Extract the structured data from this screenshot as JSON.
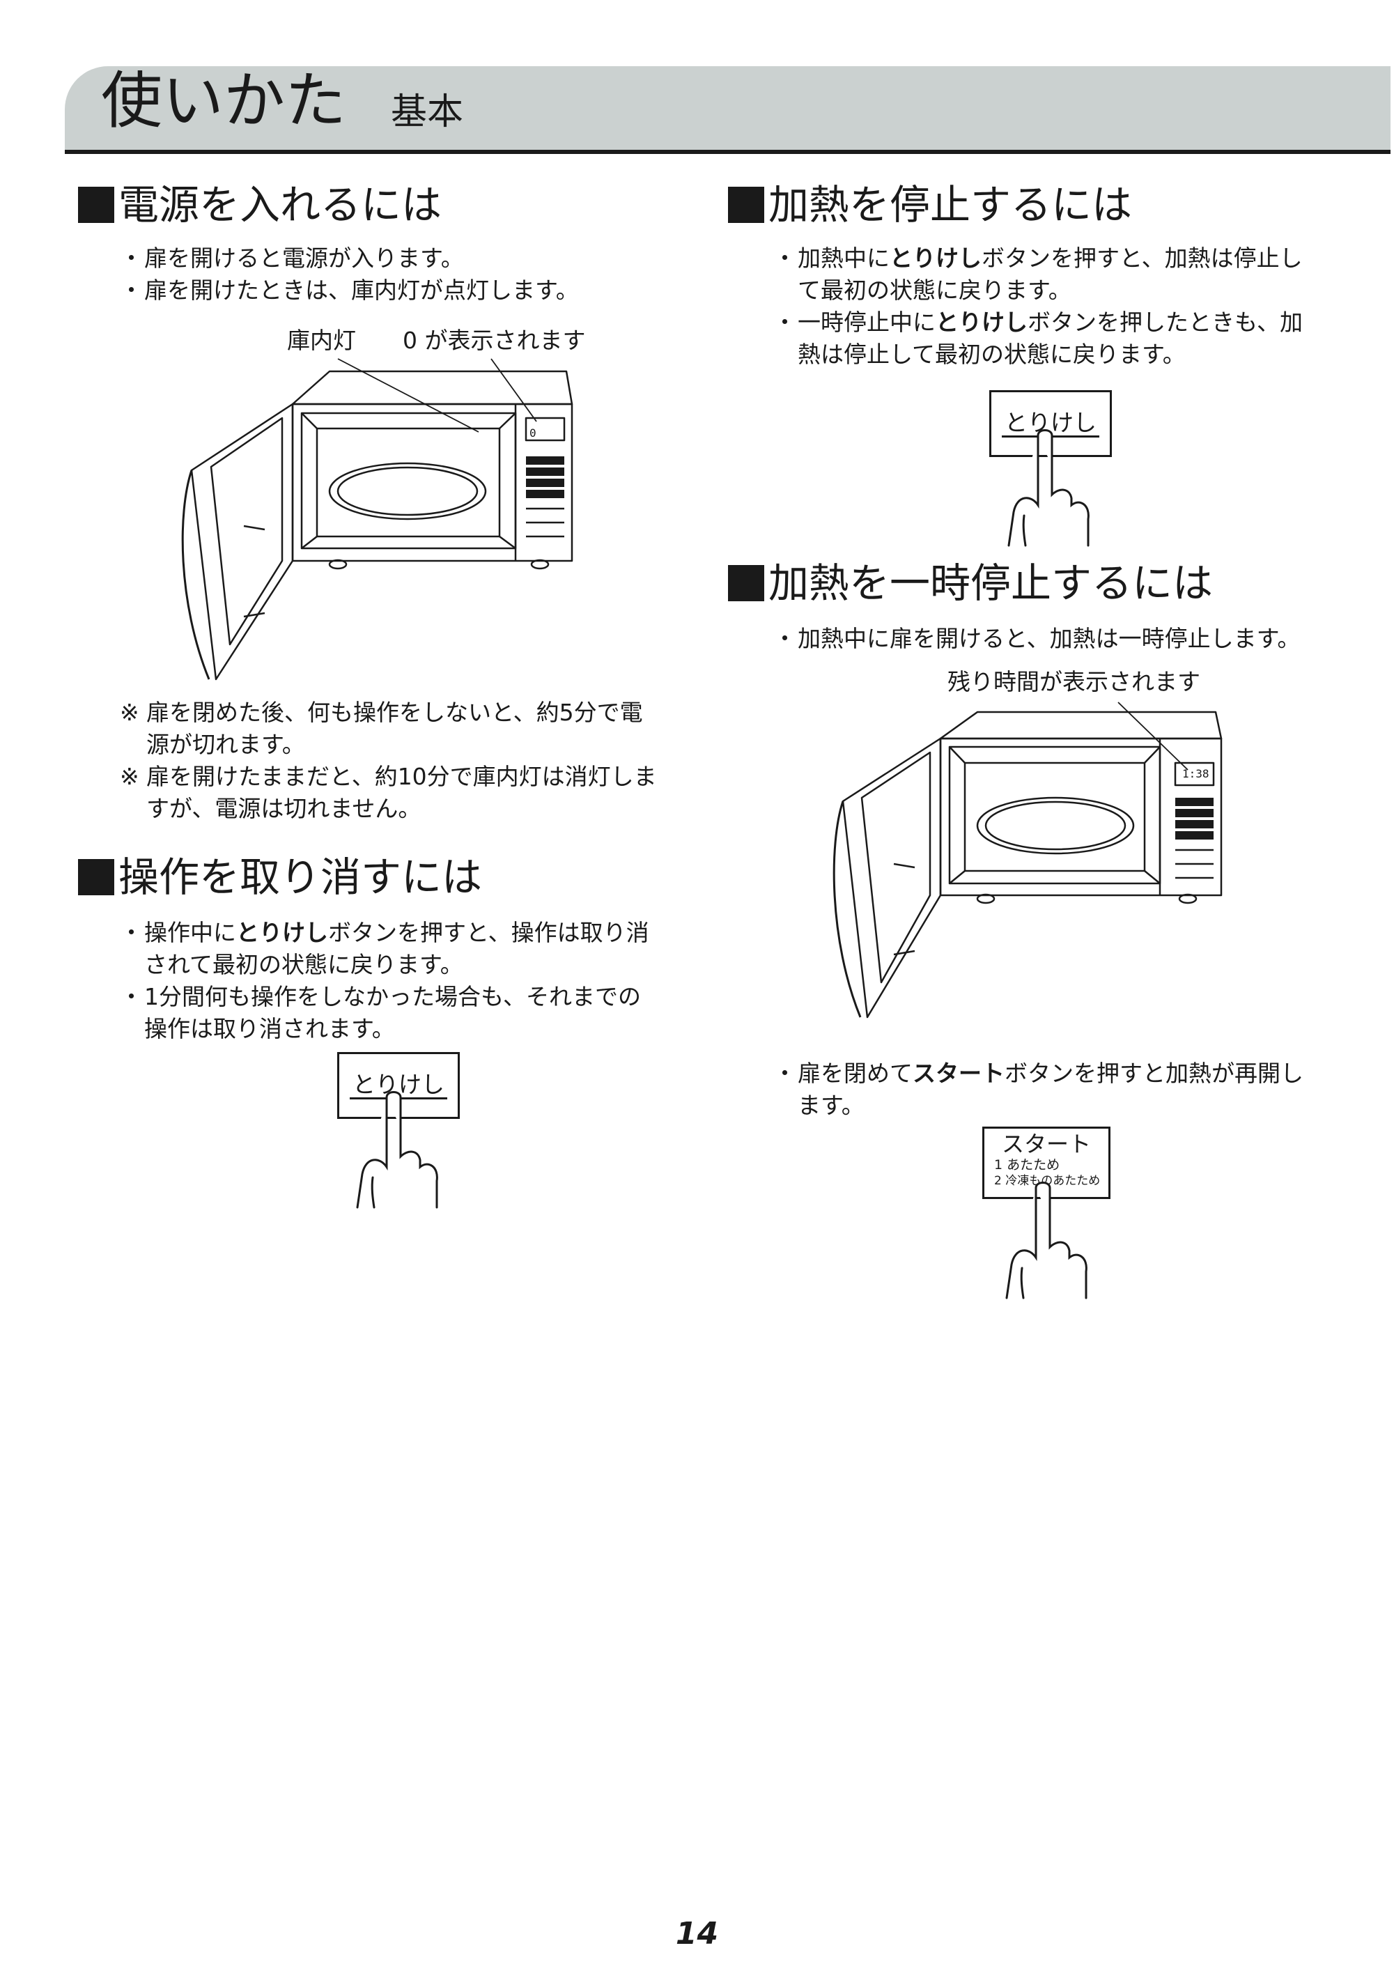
{
  "header": {
    "title": "使いかた",
    "subtitle": "基本"
  },
  "power_on": {
    "title": "電源を入れるには",
    "bullets": [
      "扉を開けると電源が入ります。",
      "扉を開けたときは、庫内灯が点灯します。"
    ],
    "callout_lamp": "庫内灯",
    "callout_display": "0 が表示されます",
    "display_value": "0",
    "notes_1": [
      "扉を閉めた後、何も操作をしないと、約5分で電",
      "源が切れます。"
    ],
    "notes_2": [
      "扉を開けたままだと、約10分で庫内灯は消灯しま",
      "すが、電源は切れません。"
    ]
  },
  "cancel_op": {
    "title": "操作を取り消すには",
    "b1": {
      "pre": "操作中に",
      "bold": "とりけし",
      "post": "ボタンを押すと、操作は取り消",
      "line2": "されて最初の状態に戻ります。"
    },
    "b2": [
      "1分間何も操作をしなかった場合も、それまでの",
      "操作は取り消されます。"
    ],
    "button_label": "とりけし"
  },
  "stop_heat": {
    "title": "加熱を停止するには",
    "b1": {
      "pre": "加熱中に",
      "bold": "とりけし",
      "post": "ボタンを押すと、加熱は停止し",
      "line2": "て最初の状態に戻ります。"
    },
    "b2": {
      "pre": "一時停止中に",
      "bold": "とりけし",
      "post": "ボタンを押したときも、加",
      "line2": "熱は停止して最初の状態に戻ります。"
    },
    "button_label": "とりけし"
  },
  "pause_heat": {
    "title": "加熱を一時停止するには",
    "b1": "加熱中に扉を開けると、加熱は一時停止します。",
    "callout": "残り時間が表示されます",
    "display_value": "1:38",
    "b2": {
      "pre": "扉を閉めて",
      "bold": "スタート",
      "post": "ボタンを押すと加熱が再開し",
      "line2": "ます。"
    },
    "start_button": {
      "title": "スタート",
      "line1": "1 あたため",
      "line2": "2 冷凍ものあたため"
    }
  },
  "page_number": "14"
}
